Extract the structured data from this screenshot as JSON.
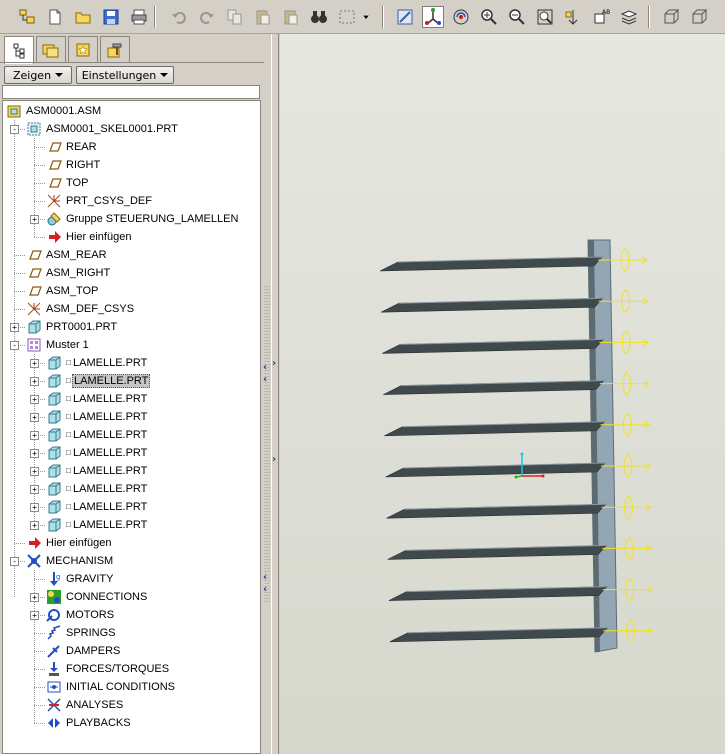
{
  "toolbar": {
    "buttons": [
      {
        "name": "tree-settings-icon",
        "glyph": "tree"
      },
      {
        "name": "new-file-icon",
        "glyph": "new"
      },
      {
        "name": "open-folder-icon",
        "glyph": "open"
      },
      {
        "name": "save-icon",
        "glyph": "save"
      },
      {
        "name": "print-icon",
        "glyph": "print"
      },
      {
        "name": "undo-icon",
        "glyph": "undo"
      },
      {
        "name": "redo-icon",
        "glyph": "redo"
      },
      {
        "name": "copy-icon",
        "glyph": "copy"
      },
      {
        "name": "paste-icon",
        "glyph": "paste"
      },
      {
        "name": "paste-special-icon",
        "glyph": "paste"
      },
      {
        "name": "find-binoculars-icon",
        "glyph": "find"
      },
      {
        "name": "selection-box-icon",
        "glyph": "select"
      },
      {
        "name": "dropdown-arrow-icon",
        "glyph": "dd"
      },
      {
        "name": "repaint-icon",
        "glyph": "repaint"
      },
      {
        "name": "spin-center-icon",
        "glyph": "spin"
      },
      {
        "name": "orient-mode-icon",
        "glyph": "orient"
      },
      {
        "name": "zoom-in-icon",
        "glyph": "zoomin"
      },
      {
        "name": "zoom-out-icon",
        "glyph": "zoomout"
      },
      {
        "name": "refit-icon",
        "glyph": "refit"
      },
      {
        "name": "reorient-icon",
        "glyph": "reorient"
      },
      {
        "name": "saved-views-icon",
        "glyph": "views"
      },
      {
        "name": "layers-icon",
        "glyph": "layers"
      },
      {
        "name": "shading-icon",
        "glyph": "cube"
      },
      {
        "name": "hidden-line-icon",
        "glyph": "cube"
      }
    ]
  },
  "panel": {
    "tabs": [
      "model-tree",
      "folder-browser",
      "favorites",
      "connections"
    ],
    "show_label": "Zeigen",
    "settings_label": "Einstellungen"
  },
  "tree": [
    {
      "label": "ASM0001.ASM",
      "level": 0,
      "expander": "",
      "icon": "asm"
    },
    {
      "label": "ASM0001_SKEL0001.PRT",
      "level": 1,
      "expander": "-",
      "icon": "skel"
    },
    {
      "label": "REAR",
      "level": 2,
      "expander": "",
      "icon": "datum-plane"
    },
    {
      "label": "RIGHT",
      "level": 2,
      "expander": "",
      "icon": "datum-plane"
    },
    {
      "label": "TOP",
      "level": 2,
      "expander": "",
      "icon": "datum-plane"
    },
    {
      "label": "PRT_CSYS_DEF",
      "level": 2,
      "expander": "",
      "icon": "csys"
    },
    {
      "label": "Gruppe STEUERUNG_LAMELLEN",
      "level": 2,
      "expander": "+",
      "icon": "group"
    },
    {
      "label": "Hier einfügen",
      "level": 2,
      "expander": "",
      "icon": "insert"
    },
    {
      "label": "ASM_REAR",
      "level": 1,
      "expander": "",
      "icon": "datum-plane"
    },
    {
      "label": "ASM_RIGHT",
      "level": 1,
      "expander": "",
      "icon": "datum-plane"
    },
    {
      "label": "ASM_TOP",
      "level": 1,
      "expander": "",
      "icon": "datum-plane"
    },
    {
      "label": "ASM_DEF_CSYS",
      "level": 1,
      "expander": "",
      "icon": "csys"
    },
    {
      "label": "PRT0001.PRT",
      "level": 1,
      "expander": "+",
      "icon": "part"
    },
    {
      "label": "Muster 1",
      "level": 1,
      "expander": "-",
      "icon": "pattern"
    },
    {
      "label": "LAMELLE.PRT",
      "level": 2,
      "expander": "+",
      "icon": "part",
      "marker": "□",
      "selected": false
    },
    {
      "label": "LAMELLE.PRT",
      "level": 2,
      "expander": "+",
      "icon": "part",
      "marker": "□",
      "selected": true
    },
    {
      "label": "LAMELLE.PRT",
      "level": 2,
      "expander": "+",
      "icon": "part",
      "marker": "□",
      "selected": false
    },
    {
      "label": "LAMELLE.PRT",
      "level": 2,
      "expander": "+",
      "icon": "part",
      "marker": "□",
      "selected": false
    },
    {
      "label": "LAMELLE.PRT",
      "level": 2,
      "expander": "+",
      "icon": "part",
      "marker": "□",
      "selected": false
    },
    {
      "label": "LAMELLE.PRT",
      "level": 2,
      "expander": "+",
      "icon": "part",
      "marker": "□",
      "selected": false
    },
    {
      "label": "LAMELLE.PRT",
      "level": 2,
      "expander": "+",
      "icon": "part",
      "marker": "□",
      "selected": false
    },
    {
      "label": "LAMELLE.PRT",
      "level": 2,
      "expander": "+",
      "icon": "part",
      "marker": "□",
      "selected": false
    },
    {
      "label": "LAMELLE.PRT",
      "level": 2,
      "expander": "+",
      "icon": "part",
      "marker": "□",
      "selected": false
    },
    {
      "label": "LAMELLE.PRT",
      "level": 2,
      "expander": "+",
      "icon": "part",
      "marker": "□",
      "selected": false
    },
    {
      "label": "Hier einfügen",
      "level": 1,
      "expander": "",
      "icon": "insert"
    },
    {
      "label": "MECHANISM",
      "level": 1,
      "expander": "-",
      "icon": "mechanism"
    },
    {
      "label": "GRAVITY",
      "level": 2,
      "expander": "",
      "icon": "gravity"
    },
    {
      "label": "CONNECTIONS",
      "level": 2,
      "expander": "+",
      "icon": "connections"
    },
    {
      "label": "MOTORS",
      "level": 2,
      "expander": "+",
      "icon": "motors"
    },
    {
      "label": "SPRINGS",
      "level": 2,
      "expander": "",
      "icon": "springs"
    },
    {
      "label": "DAMPERS",
      "level": 2,
      "expander": "",
      "icon": "dampers"
    },
    {
      "label": "FORCES/TORQUES",
      "level": 2,
      "expander": "",
      "icon": "forces"
    },
    {
      "label": "INITIAL CONDITIONS",
      "level": 2,
      "expander": "",
      "icon": "initial"
    },
    {
      "label": "ANALYSES",
      "level": 2,
      "expander": "",
      "icon": "analyses"
    },
    {
      "label": "PLAYBACKS",
      "level": 2,
      "expander": "",
      "icon": "playbacks"
    }
  ],
  "viewport": {
    "lamella_count": 10,
    "background": "#dfe0d8",
    "lamella_color": "#404a4d",
    "motor_color": "#f2e21c"
  },
  "colors": {
    "selection": "#c6c6c6",
    "tree_line": "#9a9a9a",
    "accent_blue": "#1f3c9c"
  }
}
